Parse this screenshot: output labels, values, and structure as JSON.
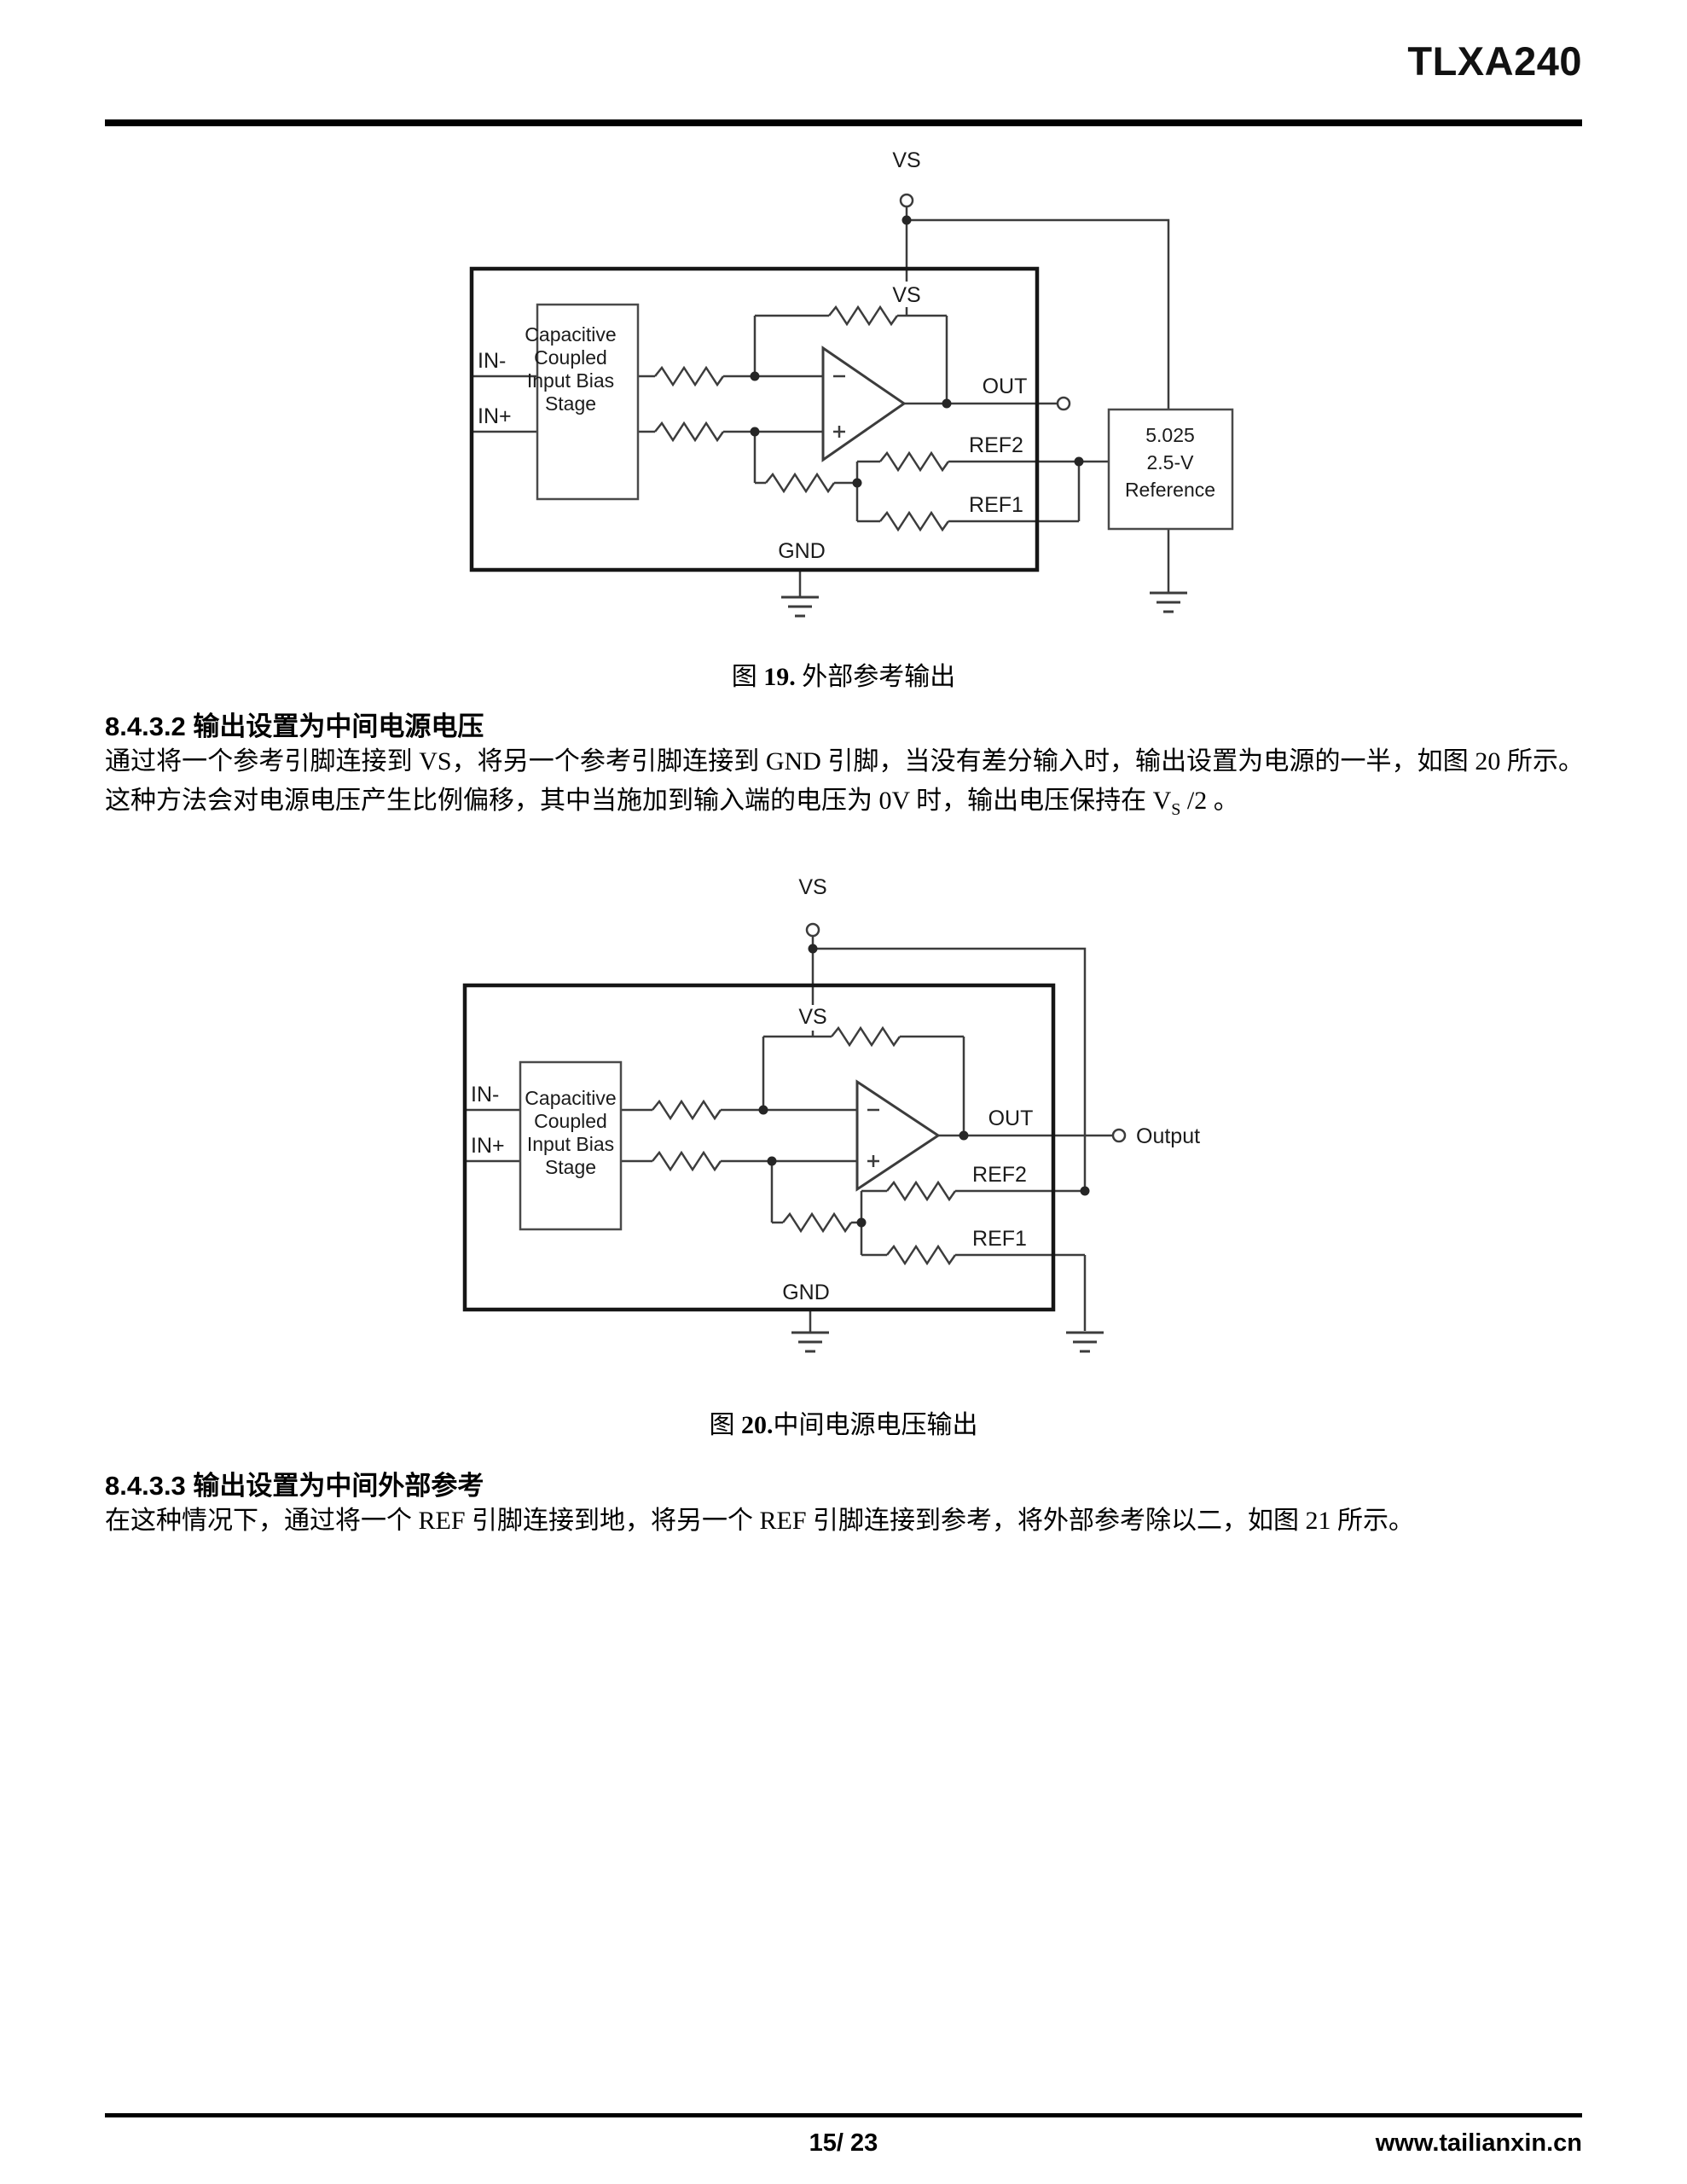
{
  "header": {
    "doc_title": "TLXA240"
  },
  "fig19": {
    "caption": {
      "fig": "图",
      "num": "19.",
      "text": " 外部参考输出"
    },
    "labels": {
      "vs_top": "VS",
      "vs_inner": "VS",
      "in_minus": "IN-",
      "in_plus": "IN+",
      "out": "OUT",
      "ref2": "REF2",
      "ref1": "REF1",
      "gnd": "GND"
    },
    "bias_stage": [
      "Capacitive",
      "Coupled",
      "Input Bias",
      "Stage"
    ],
    "reference_box": [
      "5.025",
      "2.5-V",
      "Reference"
    ]
  },
  "fig20": {
    "caption": {
      "fig": "图",
      "num": "20.",
      "text": "中间电源电压输出"
    },
    "labels": {
      "vs_top": "VS",
      "vs_inner": "VS",
      "in_minus": "IN-",
      "in_plus": "IN+",
      "out": "OUT",
      "ref2": "REF2",
      "ref1": "REF1",
      "gnd": "GND",
      "output": "Output"
    },
    "bias_stage": [
      "Capacitive",
      "Coupled",
      "Input Bias",
      "Stage"
    ]
  },
  "sections": {
    "s8432": {
      "heading": "8.4.3.2 输出设置为中间电源电压",
      "body_a": "通过将一个参考引脚连接到 VS，将另一个参考引脚连接到 GND 引脚，当没有差分输入时，输出设置为电源的一半，如图 20 所示。这种方法会对电源电压产生比例偏移，其中当施加到输入端的电压为 0V 时，输出电压保持在 V",
      "body_sub": "S",
      "body_b": " /2 。"
    },
    "s8433": {
      "heading": "8.4.3.3 输出设置为中间外部参考",
      "body": "在这种情况下，通过将一个 REF 引脚连接到地，将另一个 REF 引脚连接到参考，将外部参考除以二，如图 21 所示。"
    }
  },
  "footer": {
    "page": "15/ 23",
    "website": "www.tailianxin.cn"
  }
}
